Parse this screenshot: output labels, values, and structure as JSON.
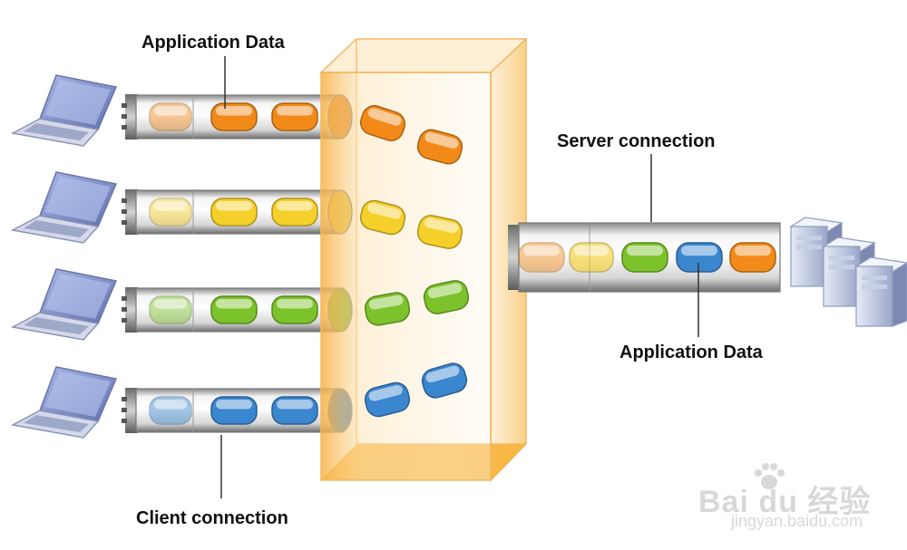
{
  "labels": {
    "top_application_data": "Application Data",
    "server_connection": "Server connection",
    "bottom_application_data": "Application Data",
    "client_connection": "Client connection"
  },
  "watermark": {
    "logo_text": "Bai du 经验",
    "url": "jingyan.baidu.com"
  },
  "colors": {
    "orange": "#f28a1a",
    "yellow": "#f5cf2a",
    "green": "#7cc22a",
    "blue": "#3a86cf",
    "box_orange": "#f7b54a",
    "tube_gray": "#c8c8c8"
  },
  "icons": {
    "client": "laptop-icon",
    "server": "server-icon"
  }
}
